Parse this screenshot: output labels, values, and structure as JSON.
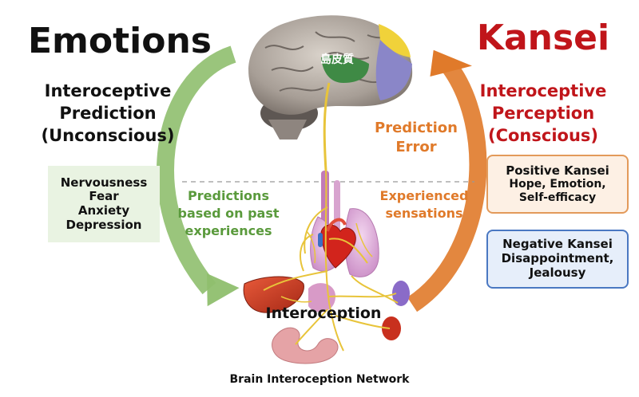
{
  "left": {
    "heading": "Emotions",
    "subtitle": [
      "Interoceptive",
      "Prediction",
      "(Unconscious)"
    ],
    "box": [
      "Nervousness",
      "Fear",
      "Anxiety",
      "Depression"
    ]
  },
  "right": {
    "heading": "Kansei",
    "subtitle": [
      "Interoceptive",
      "Perception",
      "(Conscious)"
    ],
    "positive": {
      "title": "Positive Kansei",
      "lines": [
        "Hope, Emotion,",
        "Self-efficacy"
      ]
    },
    "negative": {
      "title": "Negative Kansei",
      "lines": [
        "Disappointment,",
        "Jealousy"
      ]
    }
  },
  "center": {
    "brain_label": "島皮質",
    "prediction_error": [
      "Prediction",
      "Error"
    ],
    "experienced": [
      "Experienced",
      "sensations"
    ],
    "predictions": [
      "Predictions",
      "based on past",
      "experiences"
    ],
    "interoception": "Interoception",
    "caption": "Brain Interoception Network"
  },
  "colors": {
    "left_arrow": "#8fbf6e",
    "right_arrow": "#e07a2a",
    "kansei_red": "#c0151a",
    "prediction_orange": "#e07a2a",
    "predictions_green": "#5a9a3c",
    "positive_border": "#e39a5a",
    "positive_fill": "#fdf0e4",
    "negative_border": "#4a78c2",
    "negative_fill": "#e6eefa",
    "emotion_box_fill": "#e9f3e2",
    "nerve_yellow": "#e8c43a"
  }
}
